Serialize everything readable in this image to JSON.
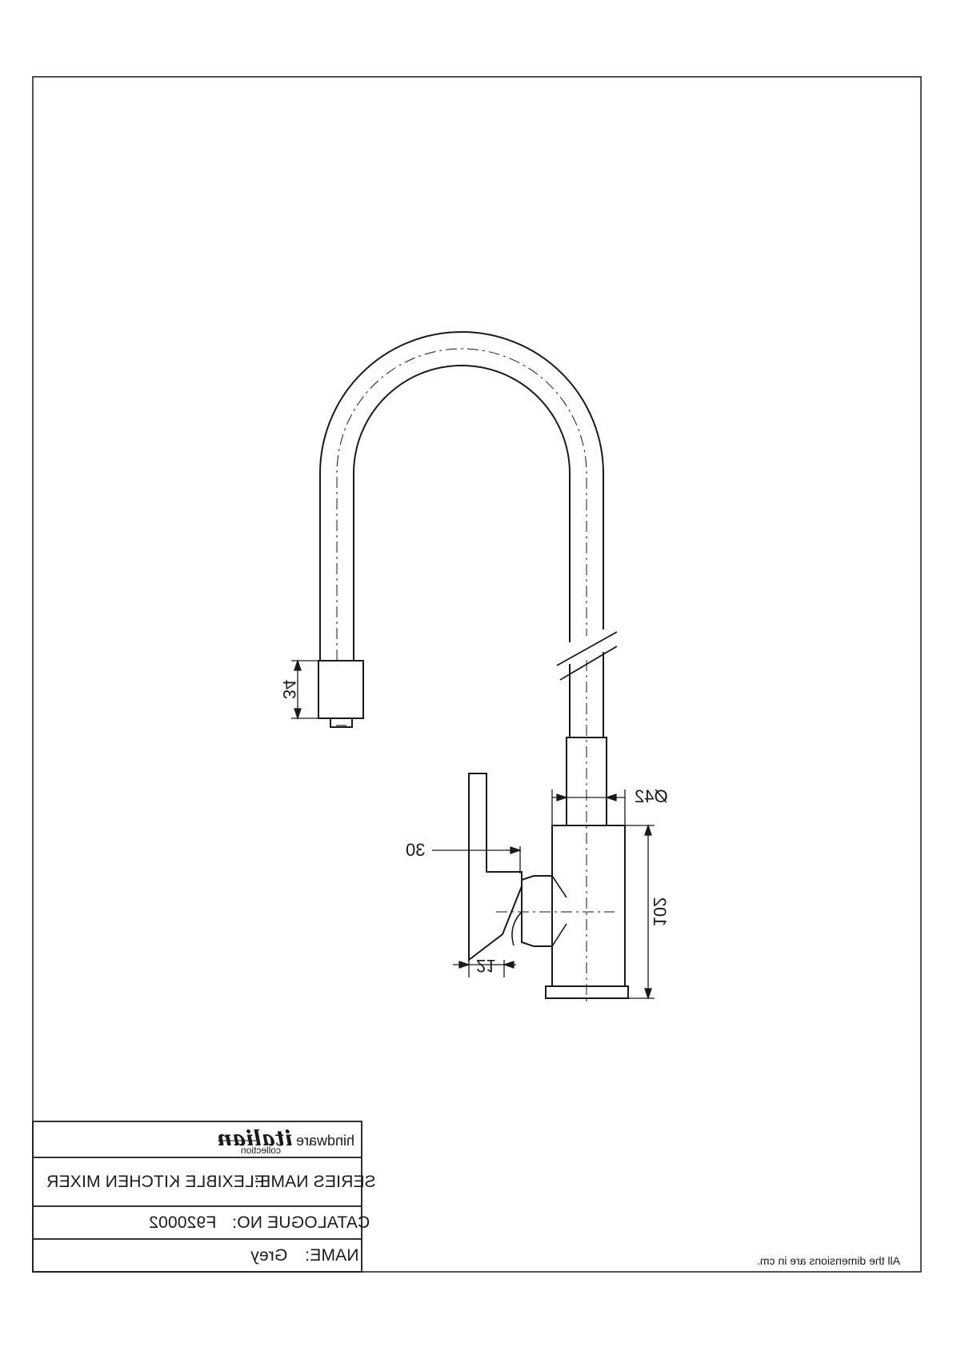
{
  "dimensions": {
    "spout_head_height": "34",
    "body_diameter": "Ø42",
    "handle_offset": "30",
    "handle_thickness": "21",
    "body_height": "102"
  },
  "title_block": {
    "brand": "hindware",
    "logo_script": "italian",
    "logo_sub": "collection",
    "series_label": "SERIES NAME:",
    "series_value": "FLEXIBLE KITCHEN MIXER",
    "catalogue_label": "CATALOGUE NO:",
    "catalogue_value": "F920002",
    "name_label": "NAME:",
    "name_value": "Grey"
  },
  "note": "All the dimensions are in cm.",
  "colors": {
    "line": "#1a1a1a",
    "paper": "#ffffff"
  }
}
